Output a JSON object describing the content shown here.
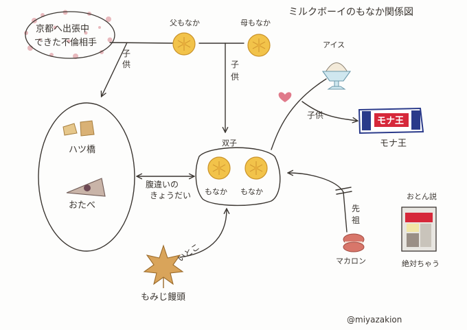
{
  "title": "ミルクボーイのもなか関係図",
  "credit": "@miyazakion",
  "colors": {
    "ink": "#3a3530",
    "monaka": "#f2c34a",
    "monaka_edge": "#c9922a",
    "red": "#d6283a",
    "blue": "#2a3a8a",
    "pink": "#e3a9ae",
    "maple": "#c8913e",
    "macaron": "#d8766a"
  },
  "nodes": {
    "affair_note": "京都へ出張中\nできた不倫相手",
    "father": "父もなか",
    "mother": "母もなか",
    "twins_label": "双子",
    "twin_1": "もなか",
    "twin_2": "もなか",
    "ice": "アイス",
    "monaou_brand": "モナ王",
    "monaou": "モナ王",
    "yatsuhashi": "ハツ橋",
    "otabe": "おたべ",
    "momiji": "もみじ饅頭",
    "macaron": "マカロン",
    "oton_setsu": "おとん説",
    "zettai": "絶対ちゃう"
  },
  "edges": {
    "child_affair": "子供",
    "child_parents": "子供",
    "child_ice": "子供",
    "half_siblings": "腹違いのきょうだい",
    "cousin": "いとこ",
    "ancestor": "先祖"
  },
  "icons": [
    "heart-icon",
    "ice-cream-icon",
    "monaou-icon",
    "yatsuhashi-icon",
    "otabe-icon",
    "monaka-icon",
    "maple-icon",
    "macaron-icon",
    "package-icon"
  ]
}
